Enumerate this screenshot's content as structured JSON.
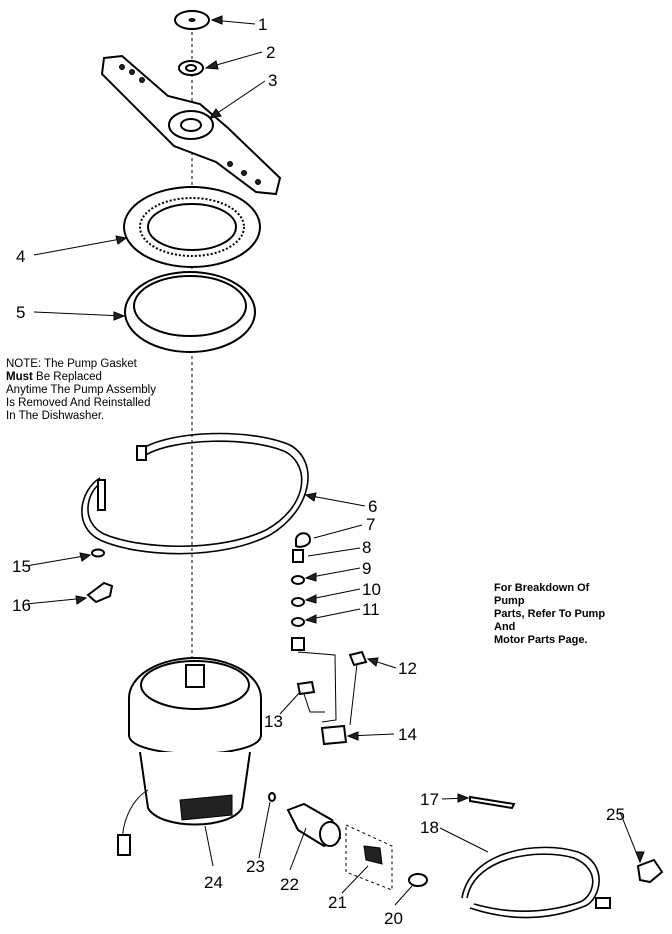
{
  "callouts": [
    "1",
    "2",
    "3",
    "4",
    "5",
    "6",
    "7",
    "8",
    "9",
    "10",
    "11",
    "12",
    "13",
    "14",
    "15",
    "16",
    "17",
    "18",
    "20",
    "21",
    "22",
    "23",
    "24",
    "25"
  ],
  "notes": {
    "pump_gasket": {
      "l1": "NOTE: The Pump Gasket",
      "l2a": "Must",
      "l2b": " Be Replaced",
      "l3": "Anytime The Pump Assembly",
      "l4": "Is Removed And Reinstalled",
      "l5": "In The Dishwasher."
    },
    "breakdown": {
      "l1": "For Breakdown Of",
      "l2": "Pump",
      "l3": "Parts, Refer To Pump",
      "l4": "And",
      "l5": "Motor Parts Page."
    }
  }
}
